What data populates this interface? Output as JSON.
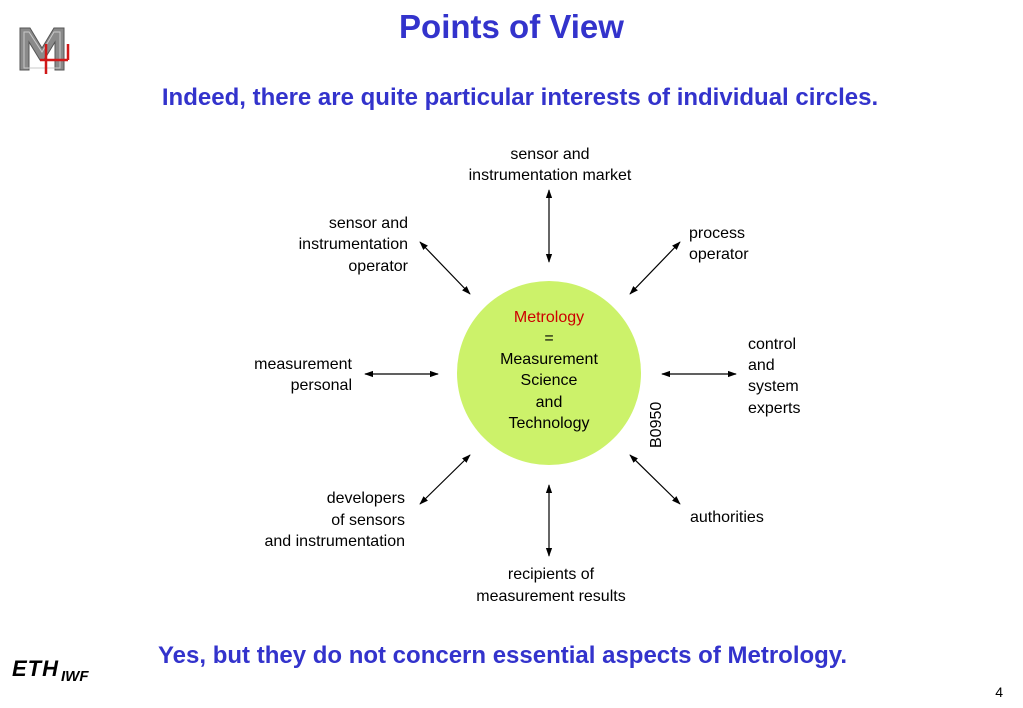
{
  "title": "Points of View",
  "subtitle": "Indeed, there are quite particular interests of individual circles.",
  "footer_note": "Yes, but they do not concern essential aspects of Metrology.",
  "page_number": "4",
  "colors": {
    "heading": "#3333cc",
    "circle_fill": "#ccf26a",
    "metrology_text": "#cc0000"
  },
  "logos": {
    "eth": "ETH",
    "iwf": "IWF"
  },
  "diagram": {
    "center": {
      "line1": "Metrology",
      "line2": "=",
      "line3": "Measurement",
      "line4": "Science",
      "line5": "and",
      "line6": "Technology"
    },
    "code": "B0950",
    "nodes": {
      "top": [
        "sensor and",
        "instrumentation market"
      ],
      "top_left": [
        "sensor and",
        "instrumentation",
        "operator"
      ],
      "top_right": [
        "process",
        "operator"
      ],
      "left": [
        "measurement",
        "personal"
      ],
      "right": [
        "control",
        "and",
        "system",
        "experts"
      ],
      "bottom_left": [
        "developers",
        "of sensors",
        "and instrumentation"
      ],
      "bottom_right": [
        "authorities"
      ],
      "bottom": [
        "recipients of",
        "measurement results"
      ]
    }
  }
}
